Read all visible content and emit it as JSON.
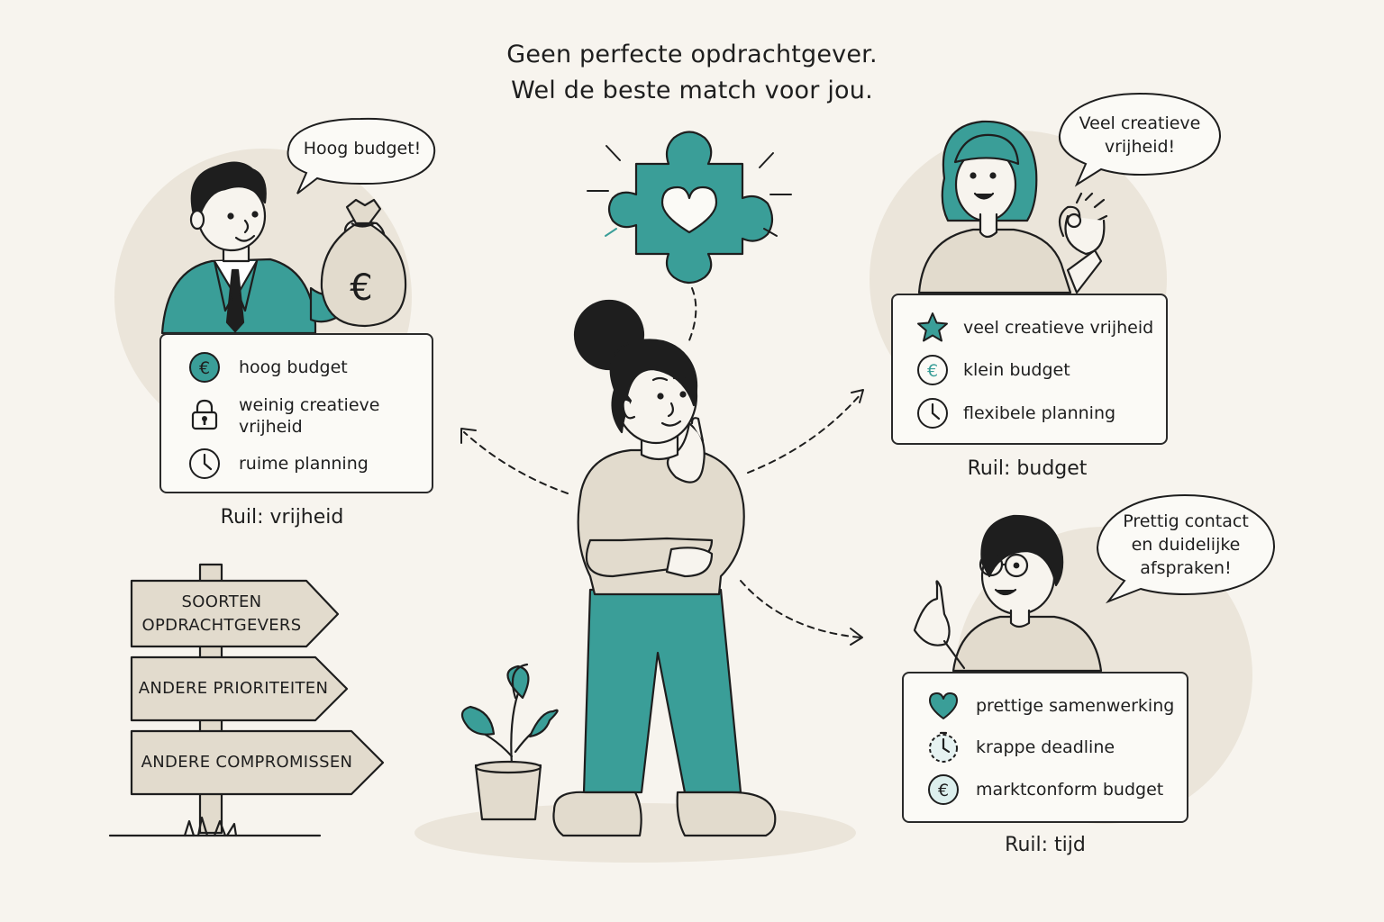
{
  "title": {
    "line1": "Geen perfecte opdrachtgever.",
    "line2": "Wel de beste match voor jou."
  },
  "colors": {
    "teal": "#3a9e98",
    "beige": "#e2dbcd",
    "ink": "#1e1e1e",
    "background": "#f7f4ee"
  },
  "clients": {
    "left": {
      "bubble": "Hoog budget!",
      "items": [
        {
          "icon": "euro-coin-icon",
          "label": "hoog budget"
        },
        {
          "icon": "lock-icon",
          "label_line1": "weinig creatieve",
          "label_line2": "vrijheid"
        },
        {
          "icon": "clock-icon",
          "label": "ruime planning"
        }
      ],
      "caption": "Ruil: vrijheid"
    },
    "right_top": {
      "bubble_line1": "Veel creatieve",
      "bubble_line2": "vrijheid!",
      "items": [
        {
          "icon": "star-icon",
          "label": "veel creatieve vrijheid"
        },
        {
          "icon": "euro-coin-icon",
          "label": "klein budget"
        },
        {
          "icon": "clock-icon",
          "label": "flexibele planning"
        }
      ],
      "caption": "Ruil: budget"
    },
    "right_bottom": {
      "bubble_line1": "Prettig contact",
      "bubble_line2": "en duidelijke",
      "bubble_line3": "afspraken!",
      "items": [
        {
          "icon": "heart-icon",
          "label": "prettige samenwerking"
        },
        {
          "icon": "stopwatch-icon",
          "label": "krappe deadline"
        },
        {
          "icon": "euro-coin-icon",
          "label": "marktconform budget"
        }
      ],
      "caption": "Ruil: tijd"
    }
  },
  "signpost": {
    "sign1_line1": "SOORTEN",
    "sign1_line2": "OPDRACHTGEVERS",
    "sign2": "ANDERE PRIORITEITEN",
    "sign3": "ANDERE COMPROMISSEN"
  }
}
